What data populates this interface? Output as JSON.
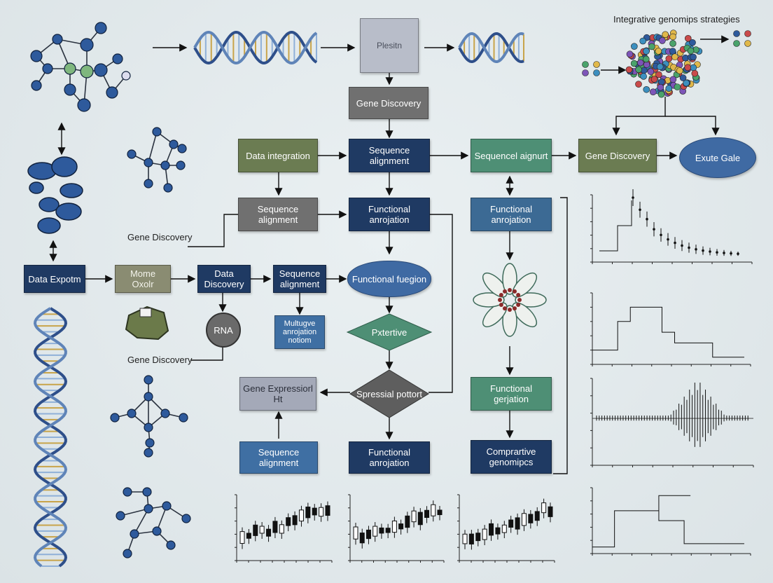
{
  "header": {
    "title": "Integrative genomips strategies"
  },
  "nodes": {
    "top_center": "Plesitn",
    "gene_discovery_top": "Gene Discovery",
    "data_integration": "Data integration",
    "sequence_alignment_1": "Sequence alignment",
    "sequencel_alignment": "Sequencel aignurt",
    "gene_discovery_right": "Gene Discovery",
    "exute_cloud": "Exute Gale",
    "sequence_alignment_2": "Sequence alignment",
    "functional_annotation_1": "Functional anrojation",
    "functional_annotation_2": "Functional anrojation",
    "data_export": "Data Expotm",
    "mome_box": "Mome Oxolr",
    "data_discovery": "Data Discovery",
    "sequence_alignment_3": "Sequence alignment",
    "functional_fusion": "Functional fuegion",
    "rna": "RNA",
    "multiple_annotation": "Multugve anrojation notiom",
    "pretentive": "Pxtertive",
    "spressial_pattern": "Spressial pottort",
    "gene_expression": "Gene Expressiorl Ht",
    "functional_gerjation": "Functional gerjation",
    "sequence_alignment_4": "Sequence alignment",
    "functional_annotation_3": "Functional anrojation",
    "comparative_genomics": "Comprartive genomipcs"
  },
  "side_labels": {
    "gene_discovery_mid": "Gene Discovery",
    "gene_discovery_low": "Gene Discovery"
  },
  "colors": {
    "navy": "#1f3a63",
    "olive": "#6b7c52",
    "teal": "#4e8f75",
    "steel": "#3c6a94",
    "gray": "#707070"
  },
  "icons": [
    "molecule-network-icon",
    "dna-helix-icon",
    "protein-structure-icon",
    "particle-cluster-icon",
    "candlestick-chart-icon",
    "step-chart-icon",
    "spike-chart-icon",
    "error-bar-chart-icon"
  ]
}
